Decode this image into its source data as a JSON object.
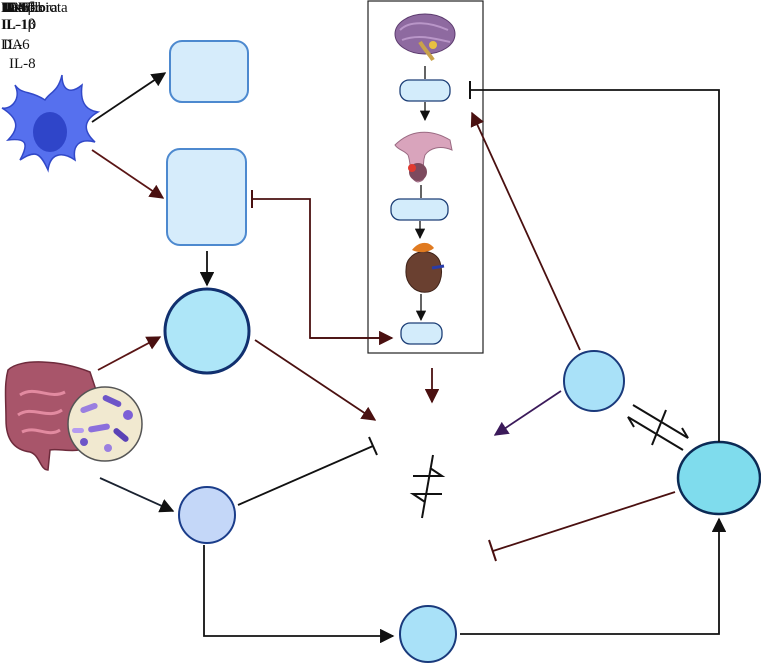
{
  "labels": {
    "overlap": [
      "Microbiota",
      "Gut flora",
      "IL-1β",
      "TNF-α",
      "IL-10",
      "IL-6",
      "IL-8",
      "LPS",
      "DA"
    ],
    "line2": [
      "IL-1β",
      "IL-10"
    ],
    "line3": [
      "DA",
      "IL-6"
    ],
    "line4": "IL-8"
  },
  "icons": {
    "immune_cell": "immune-cell-icon",
    "gut": "intestine-icon",
    "microbes": "gut-bacteria-icon",
    "brain": "brain-icon",
    "pituitary": "pituitary-gland-icon",
    "adrenal": "adrenal-kidney-icon"
  },
  "colors": {
    "black_arrow": "#111111",
    "maroon_arrow": "#4a1010",
    "purple_arrow": "#3b1a5a",
    "node_light": "#d6ecfb",
    "node_cyan": "#7fdced"
  }
}
